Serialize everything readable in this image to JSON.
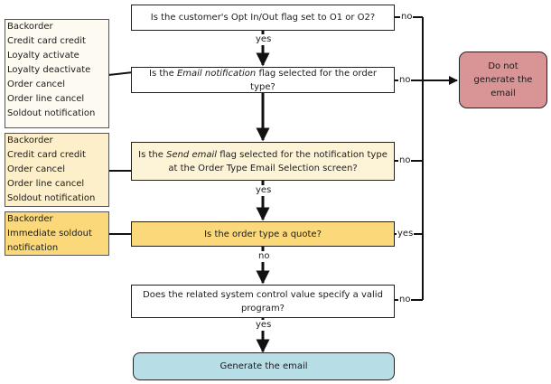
{
  "decisions": {
    "opt_in": "Is the customer's Opt In/Out flag set to O1 or O2?",
    "email_notification": {
      "before": "Is the ",
      "em": "Email notification",
      "after": " flag selected for the order type?"
    },
    "send_email": {
      "before": "Is the ",
      "em": "Send email",
      "after": " flag selected for the notification type at the Order Type Email Selection screen?"
    },
    "quote": "Is the order type a quote?",
    "system_control": "Does the related system control value specify a valid program?"
  },
  "outcomes": {
    "generate": "Generate the email",
    "no_generate": "Do not generate the email"
  },
  "edge_labels": {
    "yes": "yes",
    "no": "no"
  },
  "notes": {
    "list1": [
      "Backorder",
      "Credit card credit",
      "Loyalty activate",
      "Loyalty deactivate",
      "Order cancel",
      "Order line cancel",
      "Soldout notification"
    ],
    "list2": [
      "Backorder",
      "Credit card credit",
      "Order cancel",
      "Order line cancel",
      "Soldout notification"
    ],
    "list3": [
      "Backorder",
      "Immediate soldout",
      "notification"
    ]
  },
  "colors": {
    "note1": "#fdfaf1",
    "note2": "#fcefc9",
    "send_email_box": "#fdf4d8",
    "note3": "#fbd97a",
    "quote_box": "#fbd97a",
    "no_generate_box": "#d99495",
    "generate_box": "#b7dde6"
  }
}
